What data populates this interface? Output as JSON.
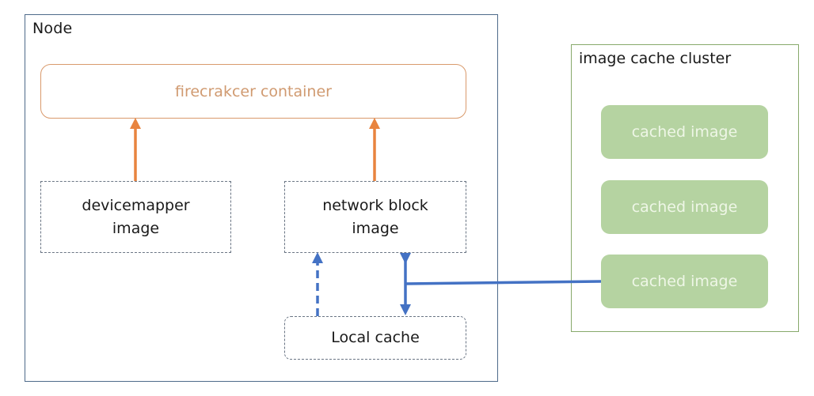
{
  "node": {
    "title": "Node",
    "container_label": "firecrakcer container",
    "devicemapper": {
      "line1": "devicemapper",
      "line2": "image"
    },
    "network_block": {
      "line1": "network block",
      "line2": "image"
    },
    "local_cache": "Local cache"
  },
  "cluster": {
    "title": "image cache cluster",
    "items": [
      {
        "label": "cached image"
      },
      {
        "label": "cached image"
      },
      {
        "label": "cached image"
      }
    ]
  },
  "colors": {
    "node_border": "#4e6a8a",
    "container_border": "#d99a6c",
    "container_text": "#d09a70",
    "orange_arrow": "#e8843f",
    "blue_arrow": "#4472c4",
    "cluster_border": "#87a96b",
    "cached_fill": "#b5d3a1",
    "cached_text": "#eef6e6"
  },
  "edges": [
    {
      "from": "devicemapper image",
      "to": "firecrakcer container",
      "style": "solid",
      "color": "orange",
      "direction": "forward"
    },
    {
      "from": "network block image",
      "to": "firecrakcer container",
      "style": "solid",
      "color": "orange",
      "direction": "forward"
    },
    {
      "from": "Local cache",
      "to": "network block image",
      "style": "dashed",
      "color": "blue",
      "direction": "forward"
    },
    {
      "from": "network block image",
      "to": "Local cache",
      "style": "solid",
      "color": "blue",
      "direction": "both"
    },
    {
      "from": "cached image",
      "to": "network block image / Local cache link",
      "style": "solid",
      "color": "blue",
      "direction": "none"
    }
  ]
}
